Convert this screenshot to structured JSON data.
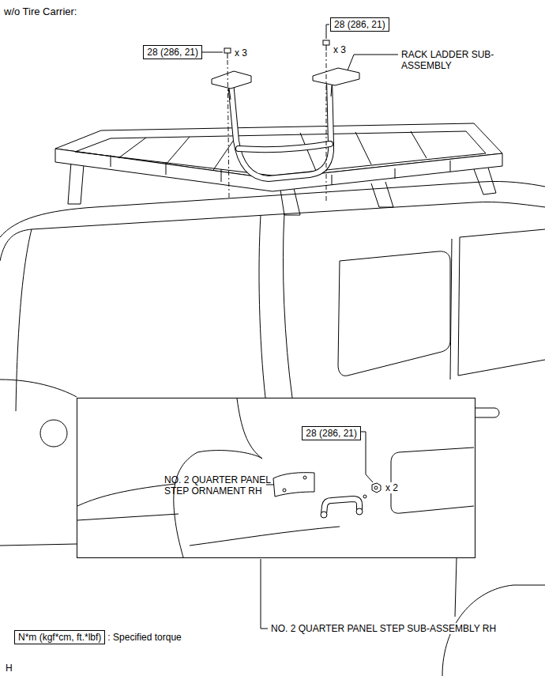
{
  "diagram": {
    "title": "w/o Tire Carrier:",
    "nodes": [
      {
        "text": [
          "28 (286, 21)"
        ]
      },
      {
        "text": [
          "28 (286, 21)"
        ]
      },
      {
        "text": [
          "NO. 2 QUARTER PANEL STEP ORNAMENT RH"
        ]
      },
      {
        "text": [
          "28 (286, 21)"
        ],
        "in": 2
      },
      {
        "text": [
          "N*m (kgf*cm, ft.*lbf)",
          ": Specified torque"
        ]
      }
    ],
    "labels": [
      "x 3",
      "x 3",
      "RACK LADDER SUB-ASSEMBLY",
      "x 2",
      "NO. 2 QUARTER PANEL STEP SUB-ASSEMBLY RH",
      "H"
    ]
  }
}
